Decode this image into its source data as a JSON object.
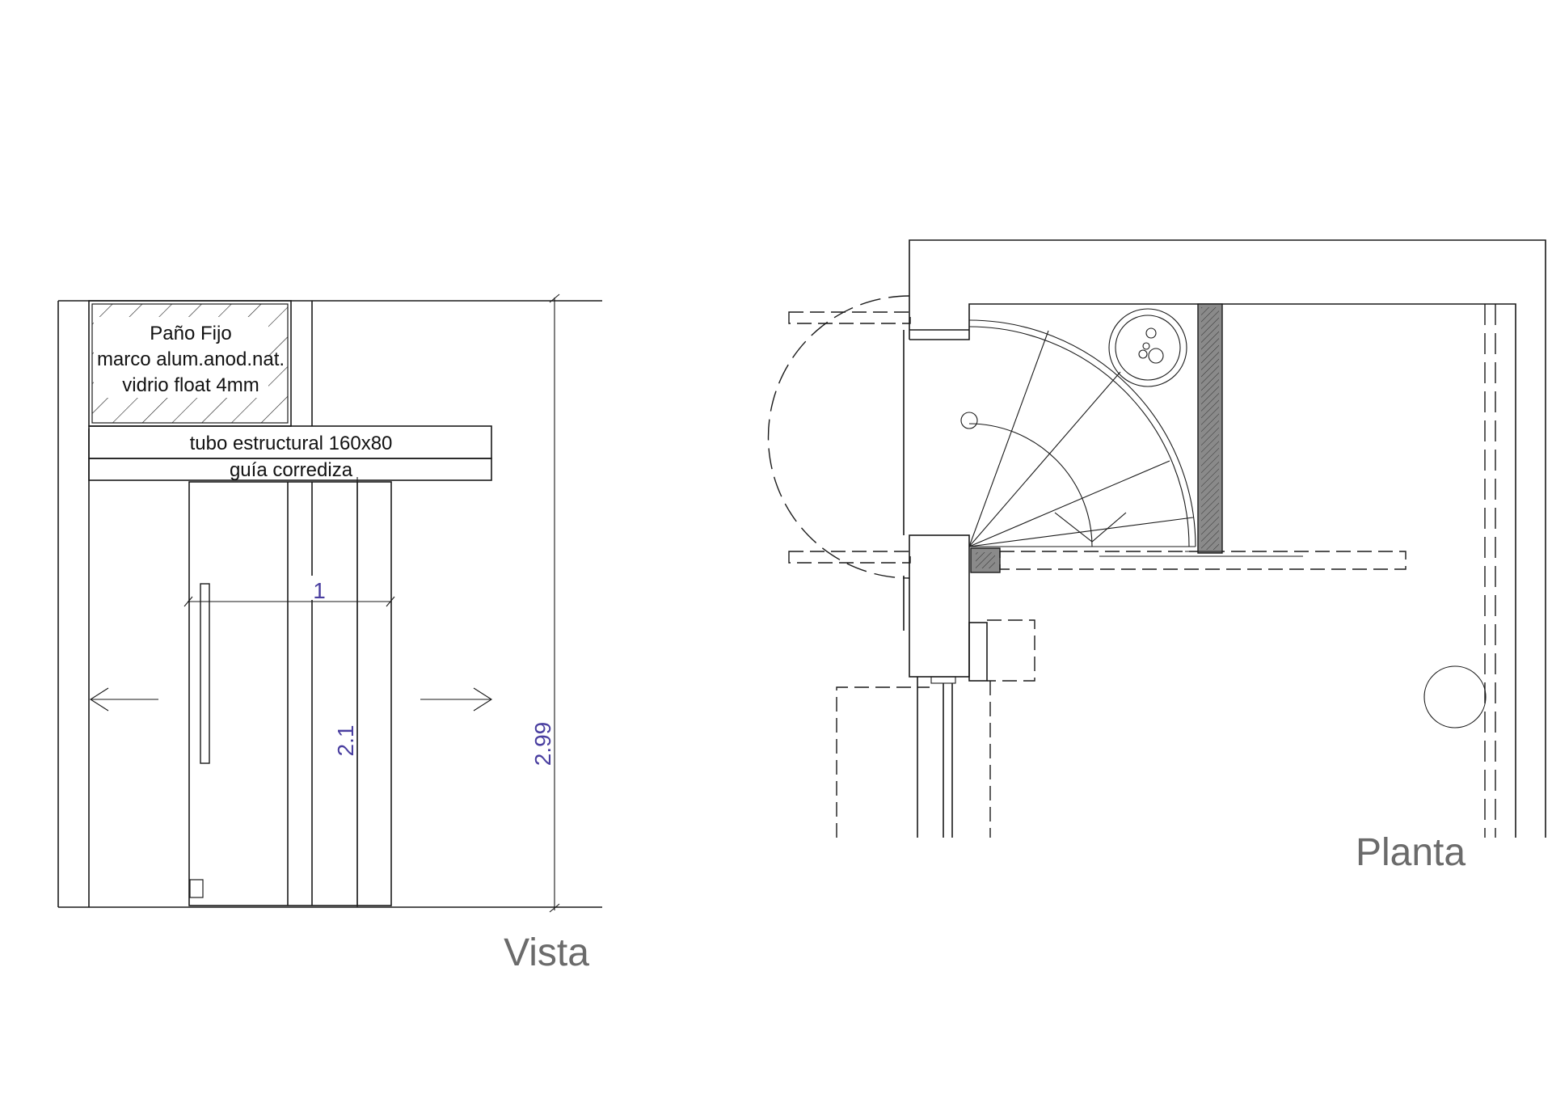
{
  "vista": {
    "title": "Vista",
    "fixed_panel": {
      "line1": "Paño Fijo",
      "line2": "marco alum.anod.nat.",
      "line3": "vidrio float 4mm"
    },
    "beam_label": "tubo estructural 160x80",
    "rail_label": "guía corrediza",
    "dim_width": "1",
    "dim_door_height": "2.1",
    "dim_total_height": "2.99"
  },
  "planta": {
    "title": "Planta"
  },
  "colors": {
    "ink": "#1a1a1a",
    "dimension": "#4a3fa0",
    "title": "#6b6b6b",
    "column_fill": "#8a8a8a"
  }
}
